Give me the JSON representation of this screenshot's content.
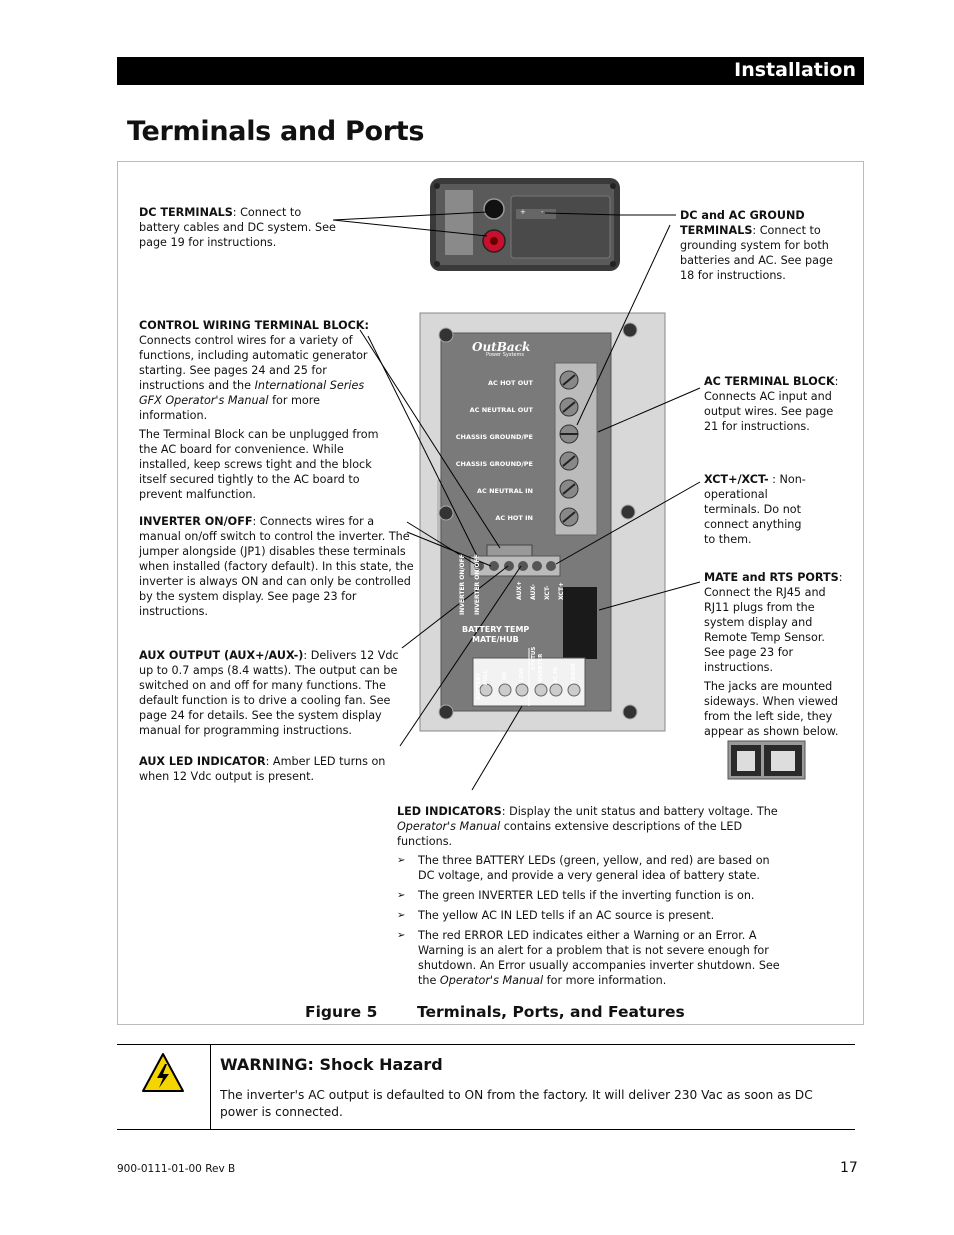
{
  "header": {
    "section": "Installation"
  },
  "page_title": "Terminals and Ports",
  "callouts": {
    "dc_terminals": {
      "label": "DC TERMINALS",
      "text": ":  Connect to battery cables and DC system.  See page 19 for instructions."
    },
    "dc_ac_ground": {
      "label": "DC and AC GROUND TERMINALS",
      "text": ":  Connect to grounding system for both batteries and AC.  See page 18 for instructions."
    },
    "control_wiring": {
      "label": "CONTROL WIRING TERMINAL BLOCK:",
      "text1": " Connects control wires for a variety of functions, including automatic generator starting.  See pages 24 and 25 for instructions and the ",
      "text_italic": "International Series GFX Operator's Manual",
      "text2": " for more information.",
      "para2": "The Terminal Block can be unplugged from the AC board for convenience.  While installed, keep screws tight and the block itself secured tightly to the AC board to prevent malfunction."
    },
    "ac_terminal_block": {
      "label": "AC TERMINAL BLOCK",
      "text": ": Connects AC input and output wires.  See page 21 for instructions."
    },
    "xct": {
      "label": "XCT+/XCT-",
      "text": " : Non-operational terminals.  Do not connect anything to them."
    },
    "inverter_onoff": {
      "label": "INVERTER ON/OFF",
      "text": ":  Connects wires for a manual on/off switch to control the inverter.   The jumper alongside (JP1) disables these terminals when installed (factory default).  In this state, the inverter is always ON and can only be controlled by the system display.  See page 23 for instructions."
    },
    "mate_rts": {
      "label": "MATE and RTS PORTS",
      "text": ": Connect the RJ45 and RJ11 plugs from the system display and Remote Temp Sensor.  See page 23 for instructions.",
      "para2": "The jacks are mounted sideways.  When viewed from the left side, they appear as shown below."
    },
    "aux_output": {
      "label": "AUX OUTPUT (AUX+/AUX-)",
      "text": ":  Delivers 12 Vdc up to 0.7 amps (8.4 watts).  The output can be switched on and off for many functions.  The default function is to drive a cooling fan.  See page 24 for details.  See the system display manual for programming instructions."
    },
    "aux_led": {
      "label": "AUX LED INDICATOR",
      "text": ":  Amber LED turns on when 12 Vdc output is present."
    },
    "led_indicators": {
      "label": "LED INDICATORS",
      "text1": ":  Display the unit status and battery voltage.  The ",
      "text_italic": "Operator's  Manual",
      "text2": " contains extensive descriptions of the LED functions.",
      "bullets": [
        {
          "text": "The three BATTERY LEDs (green, yellow, and red) are based on DC voltage, and provide a very general idea of battery state."
        },
        {
          "text": "The green INVERTER LED tells if the inverting function is on."
        },
        {
          "text": "The yellow AC IN LED tells if an AC source is present."
        },
        {
          "text": "The red ERROR LED indicates either a Warning or an Error.  A Warning is an alert for a problem that is not severe enough for shutdown.  An Error usually accompanies inverter shutdown.  See the ",
          "italic": "Operator's Manual",
          "tail": " for more information."
        }
      ]
    }
  },
  "board": {
    "logo_main": "OutBack",
    "logo_sub": "Power Systems",
    "ac_labels": [
      "AC HOT OUT",
      "AC NEUTRAL OUT",
      "CHASSIS GROUND/PE",
      "CHASSIS GROUND/PE",
      "AC NEUTRAL IN",
      "AC HOT IN"
    ],
    "terminal_labels": [
      "INVERTER ON/OFF",
      "INVERTER ON/OFF",
      "AUX+",
      "AUX-",
      "XCT-",
      "XCT+"
    ],
    "port_label_1": "BATTERY TEMP",
    "port_label_2": "MATE/HUB",
    "led_group_battery": "BATTERY",
    "led_group_status": "STATUS",
    "led_labels": [
      "FULL",
      "OK",
      "LOW",
      "INVERTER",
      "AC IN",
      "ERROR"
    ],
    "dc_label_top": "+",
    "dc_label_bottom": "-"
  },
  "figure_caption": {
    "number": "Figure 5",
    "title": "Terminals, Ports, and Features"
  },
  "warning": {
    "icon": "lightning-warning-icon",
    "title": "WARNING:  Shock Hazard",
    "body": "The inverter's AC output is defaulted to ON from the factory.  It will deliver 230 Vac as soon as DC power is connected."
  },
  "footer": {
    "doc_number": "900-0111-01-00 Rev B",
    "page_number": "17"
  },
  "colors": {
    "header_bar": "#000000",
    "board_panel": "#d8d8d8",
    "board_inner": "#7a7a7a",
    "warning_yellow": "#f5d500"
  }
}
